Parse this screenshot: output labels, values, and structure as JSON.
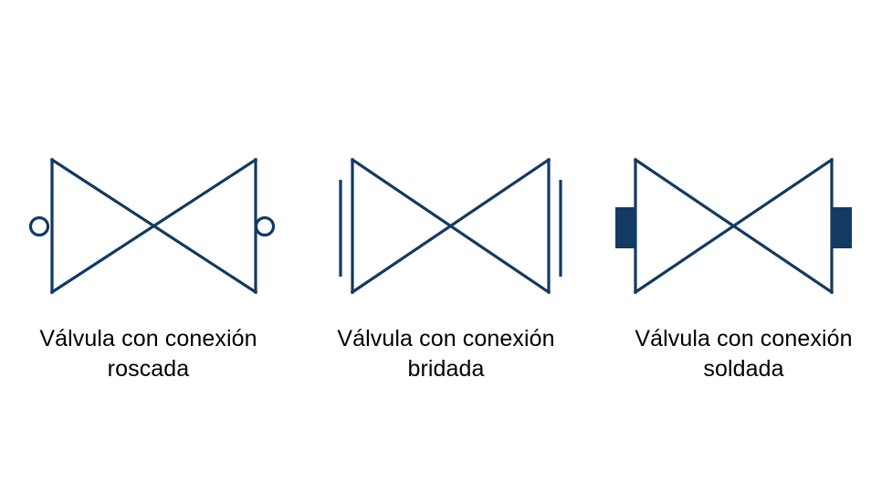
{
  "figure": {
    "background_color": "#ffffff",
    "stroke_color": "#123a63",
    "fill_color": "#123a63",
    "caption_color": "#000000",
    "symbols": [
      {
        "id": "threaded",
        "connection_type": "roscada",
        "caption_line1": "Válvula con conexión",
        "caption_line2": "roscada",
        "caption_full": "Válvula con conexión roscada",
        "end_detail": "circle"
      },
      {
        "id": "flanged",
        "connection_type": "bridada",
        "caption_line1": "Válvula con conexión",
        "caption_line2": "bridada",
        "caption_full": "Válvula con conexión bridada",
        "end_detail": "parallel-line"
      },
      {
        "id": "welded",
        "connection_type": "soldada",
        "caption_line1": "Válvula con conexión",
        "caption_line2": "soldada",
        "caption_full": "Válvula con conexión soldada",
        "end_detail": "filled-rectangle"
      }
    ]
  }
}
